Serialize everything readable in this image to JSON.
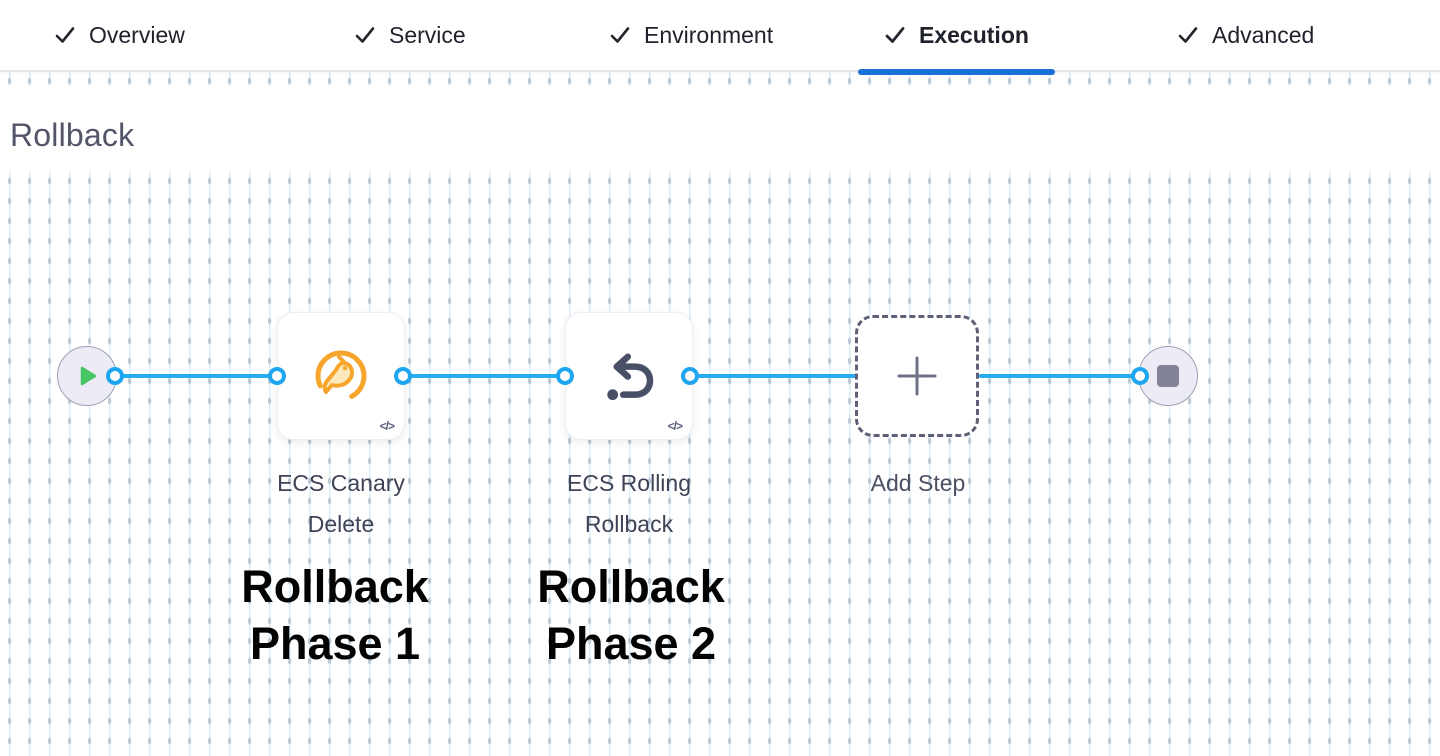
{
  "tabs": [
    {
      "label": "Overview",
      "checked": true,
      "active": false
    },
    {
      "label": "Service",
      "checked": true,
      "active": false
    },
    {
      "label": "Environment",
      "checked": true,
      "active": false
    },
    {
      "label": "Execution",
      "checked": true,
      "active": true
    },
    {
      "label": "Advanced",
      "checked": true,
      "active": false
    }
  ],
  "section": {
    "title": "Rollback"
  },
  "pipeline": {
    "start_node": {
      "icon": "play-icon"
    },
    "end_node": {
      "icon": "stop-icon"
    },
    "steps": [
      {
        "label": "ECS Canary Delete",
        "icon": "canary-delete-icon",
        "badge": "</>",
        "annotation": "Rollback Phase 1"
      },
      {
        "label": "ECS Rolling Rollback",
        "icon": "rolling-rollback-icon",
        "badge": "</>",
        "annotation": "Rollback Phase 2"
      }
    ],
    "add_step_label": "Add Step"
  },
  "colors": {
    "connector_blue": "#27aef2",
    "active_tab_underline": "#1b6fd8",
    "play_green": "#47c464",
    "stop_gray": "#82839b",
    "canary_orange": "#f7a52c",
    "rollback_slate": "#4a4f68",
    "annotation_black": "#030303",
    "title_slate": "#525468"
  }
}
